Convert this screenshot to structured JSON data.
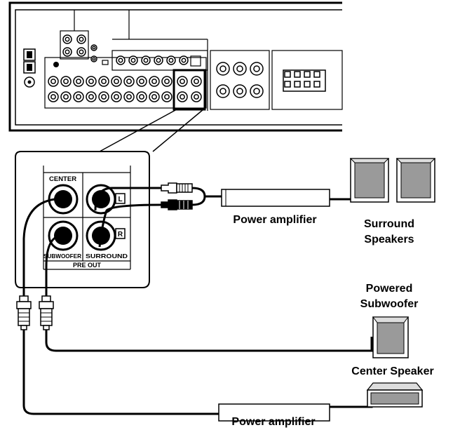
{
  "diagram": {
    "jack_labels": {
      "center": "CENTER",
      "subwoofer": "SUBWOOFER",
      "surround": "SURROUND",
      "pre_out": "PRE OUT",
      "left": "L",
      "right": "R"
    },
    "labels": {
      "power_amplifier_top": "Power amplifier",
      "surround": "Surround",
      "speakers": "Speakers",
      "powered": "Powered",
      "subwoofer": "Subwoofer",
      "center_speaker": "Center Speaker",
      "power_amplifier_bottom": "Power amplifier"
    },
    "colors": {
      "line": "#000000",
      "panel_fill": "#f4f4f4",
      "speaker_gray": "#9a9a9a",
      "background": "#ffffff"
    }
  }
}
